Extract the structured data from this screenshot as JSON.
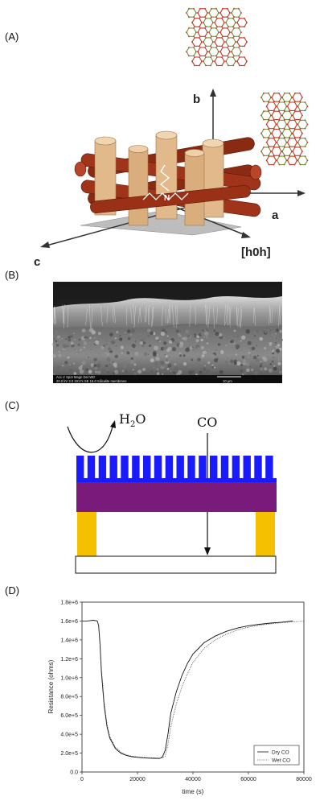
{
  "panels": {
    "a_label": "(A)",
    "b_label": "(B)",
    "c_label": "(C)",
    "d_label": "(D)"
  },
  "panel_a": {
    "axis_b": "b",
    "axis_a": "a",
    "axis_c": "c",
    "axis_h0h": "[h0h]",
    "center_atom": "N"
  },
  "panel_b": {
    "sem_info": "Acc.V  Spot Magn   Det  WD",
    "sem_params": "20.0 kV  3.0  1917x   SE   15.0  Silicalite membrane",
    "scale_bar": "10 µm"
  },
  "panel_c": {
    "h2o_label": "H",
    "h2o_sub": "2",
    "h2o_tail": "O",
    "co_label": "CO",
    "colors": {
      "tips": "#1a1aff",
      "membrane": "#7a1a7a",
      "support": "#f5c000"
    }
  },
  "chart_data": {
    "type": "line",
    "xlabel": "time (s)",
    "ylabel": "Resistance (ohms)",
    "xlim": [
      0,
      80000
    ],
    "ylim": [
      0,
      1800000
    ],
    "x_ticks": [
      "0",
      "20000",
      "40000",
      "60000",
      "80000"
    ],
    "y_ticks": [
      "0.0",
      "2.0e+5",
      "4.0e+5",
      "6.0e+5",
      "8.0e+5",
      "1.0e+6",
      "1.2e+6",
      "1.4e+6",
      "1.6e+6",
      "1.8e+6"
    ],
    "legend_position": "bottom-right",
    "series": [
      {
        "name": "Dry CO",
        "style": "solid",
        "x": [
          0,
          2000,
          4000,
          5500,
          6000,
          6500,
          7000,
          8000,
          9000,
          10000,
          12000,
          14000,
          16000,
          18000,
          20000,
          22000,
          24000,
          26000,
          28000,
          29000,
          30000,
          31000,
          32000,
          34000,
          36000,
          38000,
          40000,
          44000,
          48000,
          52000,
          56000,
          60000,
          64000,
          68000,
          72000,
          76000
        ],
        "y": [
          1600000,
          1600000,
          1610000,
          1600000,
          1550000,
          1350000,
          1050000,
          700000,
          480000,
          360000,
          250000,
          200000,
          175000,
          162000,
          155000,
          150000,
          147000,
          145000,
          143000,
          160000,
          230000,
          400000,
          620000,
          850000,
          1020000,
          1150000,
          1250000,
          1370000,
          1440000,
          1490000,
          1525000,
          1550000,
          1565000,
          1578000,
          1588000,
          1600000
        ]
      },
      {
        "name": "Wet CO",
        "style": "dotted",
        "x": [
          0,
          2000,
          4000,
          5500,
          6000,
          6500,
          7000,
          8000,
          9000,
          10000,
          12000,
          14000,
          16000,
          18000,
          20000,
          22000,
          24000,
          26000,
          28000,
          29000,
          30000,
          31000,
          32000,
          34000,
          36000,
          38000,
          40000,
          44000,
          48000,
          52000,
          56000,
          60000,
          64000,
          68000,
          72000,
          76000,
          80000
        ],
        "y": [
          1600000,
          1600000,
          1605000,
          1600000,
          1560000,
          1380000,
          1100000,
          740000,
          510000,
          380000,
          265000,
          210000,
          182000,
          168000,
          160000,
          155000,
          152000,
          150000,
          148000,
          150000,
          170000,
          290000,
          480000,
          720000,
          900000,
          1040000,
          1160000,
          1310000,
          1400000,
          1460000,
          1505000,
          1535000,
          1555000,
          1570000,
          1582000,
          1592000,
          1598000
        ]
      }
    ]
  }
}
